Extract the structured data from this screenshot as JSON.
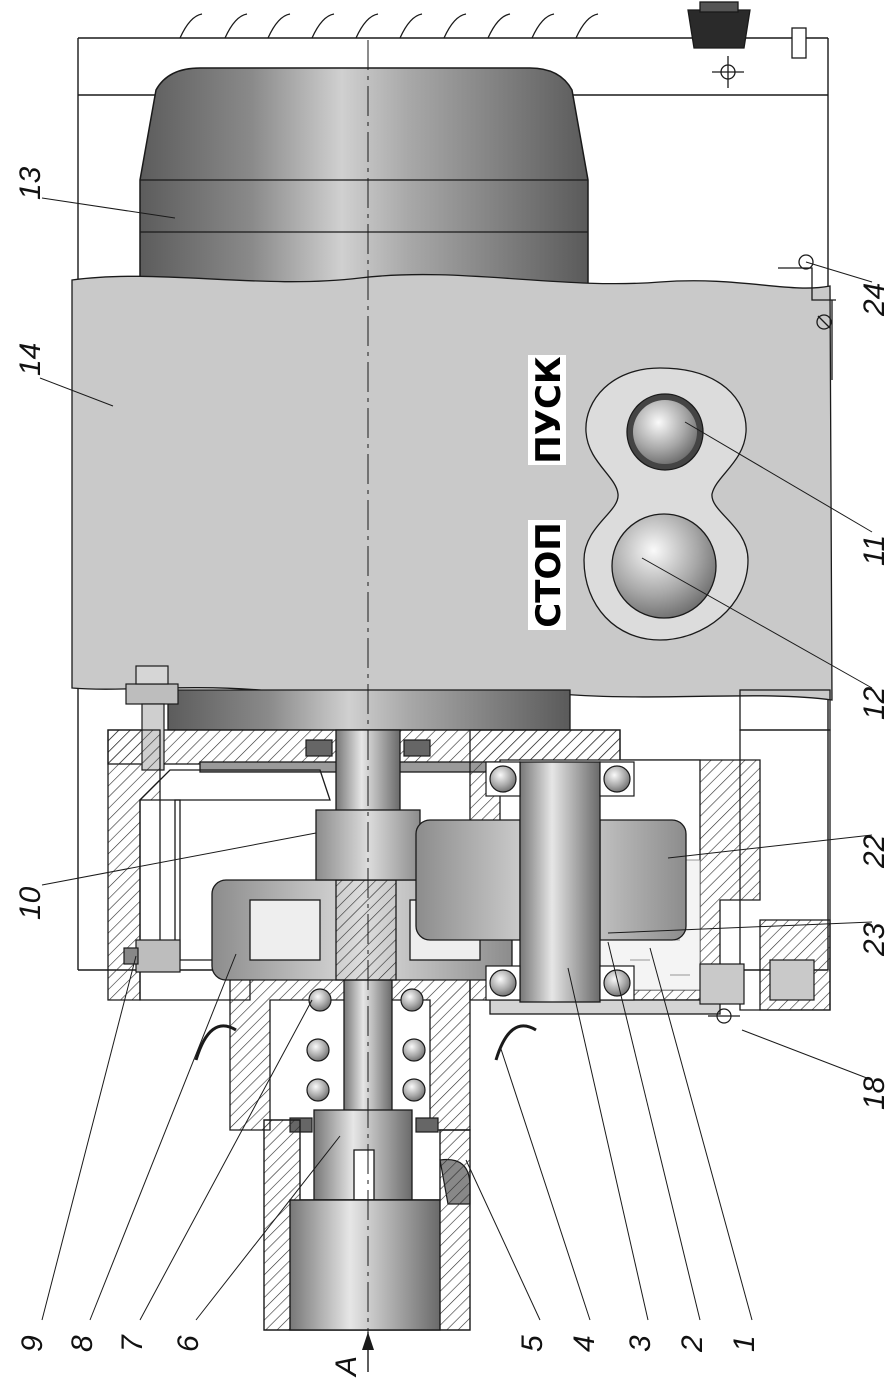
{
  "labels": {
    "pusk": "ПУСК",
    "stop": "СТОП",
    "view_marker": "A"
  },
  "callouts": [
    "13",
    "14",
    "24",
    "11",
    "12",
    "22",
    "23",
    "18",
    "10",
    "9",
    "8",
    "7",
    "6",
    "5",
    "4",
    "3",
    "2",
    "1"
  ],
  "colors": {
    "line": "#1a1a1a",
    "motor_dark": "#6e6e6e",
    "motor_light": "#bdbdbd",
    "panel": "#c9c9c9",
    "hatch": "#2b2b2b"
  }
}
